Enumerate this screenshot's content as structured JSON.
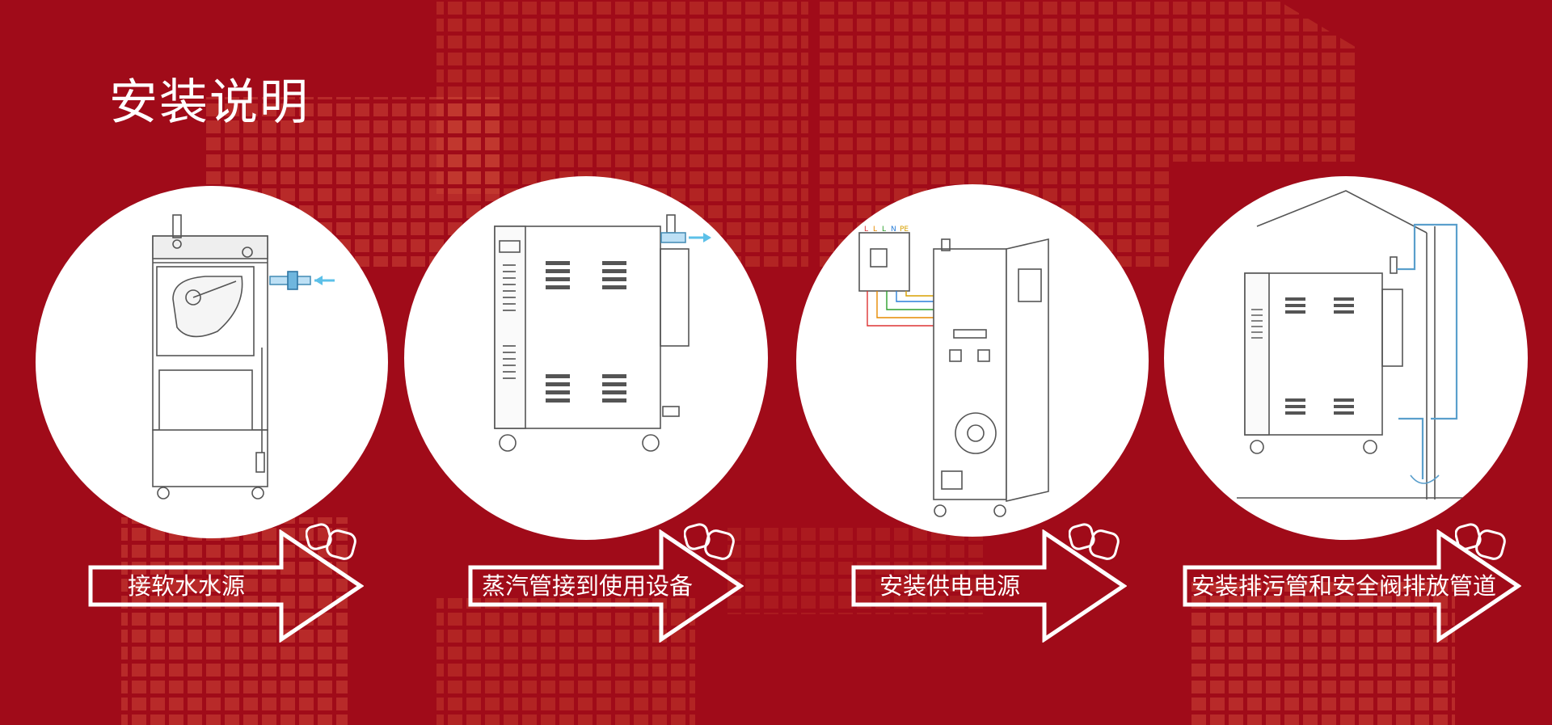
{
  "page": {
    "title": "安装说明",
    "background_color": "#a50d1b",
    "accent_color": "#ffffff"
  },
  "steps": [
    {
      "label": "接软水水源",
      "illustration": "boiler-front-water-inlet-icon"
    },
    {
      "label": "蒸汽管接到使用设备",
      "illustration": "boiler-side-steam-outlet-icon"
    },
    {
      "label": "安装供电电源",
      "illustration": "boiler-power-wiring-icon"
    },
    {
      "label": "安装排污管和安全阀排放管道",
      "illustration": "boiler-drain-safety-valve-icon"
    }
  ],
  "wiring": {
    "terminal_labels": [
      "L",
      "L",
      "L",
      "N",
      "PE"
    ]
  }
}
